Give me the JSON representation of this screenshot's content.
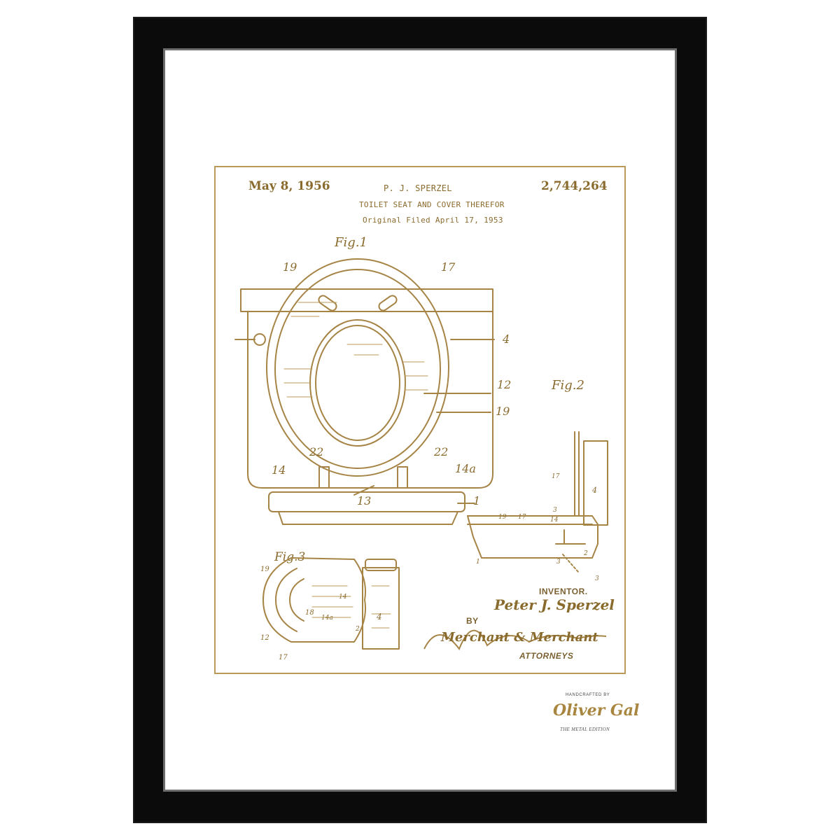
{
  "patent": {
    "date": "May 8, 1956",
    "inventor_header": "P. J. SPERZEL",
    "number": "2,744,264",
    "title": "TOILET SEAT AND COVER THEREFOR",
    "filed": "Original Filed April 17, 1953",
    "fig1_label": "Fig.1",
    "fig2_label": "Fig.2",
    "fig3_label": "Fig.3",
    "inventor_caption": "INVENTOR.",
    "inventor_signature": "Peter J. Sperzel",
    "by": "BY",
    "attorney_signature": "Merchant & Merchant",
    "attorneys": "ATTORNEYS",
    "fig1_refs": [
      "19",
      "17",
      "4",
      "12",
      "19",
      "22",
      "22",
      "14",
      "14a",
      "13",
      "1"
    ],
    "fig2_refs": [
      "17",
      "4",
      "3",
      "14",
      "19",
      "17",
      "1",
      "3",
      "2",
      "3"
    ],
    "fig3_refs": [
      "19",
      "14",
      "18",
      "14a",
      "4",
      "2",
      "12",
      "17"
    ]
  },
  "branding": {
    "handcrafted": "HANDCRAFTED BY",
    "logo": "Oliver Gal",
    "edition": "THE METAL EDITION"
  },
  "colors": {
    "frame": "#0b0b0b",
    "mat": "#ffffff",
    "gold_ink": "#9c7a3a"
  }
}
